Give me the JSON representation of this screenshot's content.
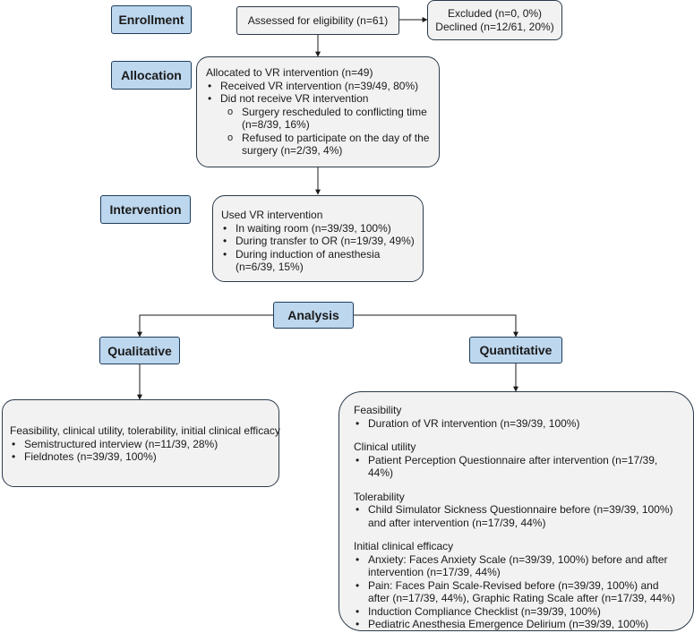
{
  "stages": {
    "enrollment": "Enrollment",
    "allocation": "Allocation",
    "intervention": "Intervention",
    "analysis": "Analysis",
    "qualitative": "Qualitative",
    "quantitative": "Quantitative"
  },
  "eligibility": "Assessed for eligibility (n=61)",
  "excluded": {
    "line1": "Excluded (n=0, 0%)",
    "line2": "Declined (n=12/61, 20%)"
  },
  "allocation_box": {
    "title": "Allocated to VR intervention (n=49)",
    "received": "Received VR intervention (n=39/49, 80%)",
    "not_received": "Did not receive VR intervention",
    "reason1": "Surgery rescheduled to conflicting time (n=8/39, 16%)",
    "reason2": "Refused to participate on the day of the surgery (n=2/39, 4%)"
  },
  "intervention_box": {
    "title": "Used VR intervention",
    "items": [
      "In waiting room (n=39/39, 100%)",
      "During transfer to OR (n=19/39, 49%)",
      "During induction of anesthesia (n=6/39, 15%)"
    ]
  },
  "qualitative_box": {
    "title": "Feasibility, clinical utility, tolerability, initial clinical efficacy",
    "items": [
      "Semistructured interview (n=11/39, 28%)",
      "Fieldnotes (n=39/39, 100%)"
    ]
  },
  "quantitative_box": {
    "sections": [
      {
        "heading": "Feasibility",
        "items": [
          "Duration of VR intervention (n=39/39, 100%)"
        ]
      },
      {
        "heading": "Clinical utility",
        "items": [
          "Patient Perception Questionnaire after intervention (n=17/39, 44%)"
        ]
      },
      {
        "heading": "Tolerability",
        "items": [
          "Child Simulator Sickness Questionnaire before (n=39/39, 100%) and after intervention (n=17/39, 44%)"
        ]
      },
      {
        "heading": "Initial clinical efficacy",
        "items": [
          "Anxiety: Faces Anxiety Scale (n=39/39, 100%) before and after intervention (n=17/39, 44%)",
          "Pain: Faces Pain Scale-Revised before (n=39/39, 100%) and after (n=17/39, 44%), Graphic Rating Scale after (n=17/39, 44%)",
          "Induction Compliance Checklist (n=39/39, 100%)",
          "Pediatric Anesthesia Emergence Delirium (n=39/39, 100%)"
        ]
      }
    ]
  }
}
